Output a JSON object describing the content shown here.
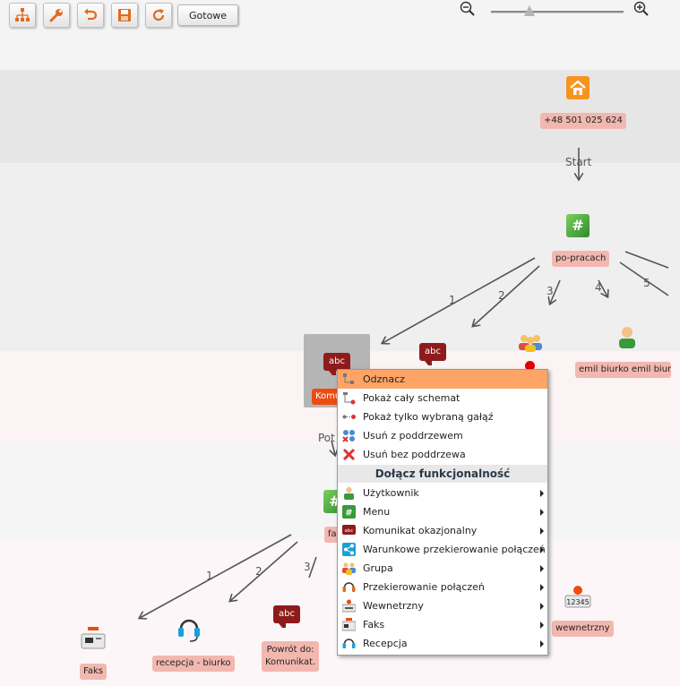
{
  "toolbar": {
    "done_label": "Gotowe"
  },
  "nodes": {
    "phone": "+48 501 025 624",
    "start": "Start",
    "menu": "po-pracach",
    "employee": "emil  biurko emil  biur",
    "selected_label": "Komu",
    "pot": "Pot",
    "fa_label": "fa",
    "fax": "Faks",
    "reception": "recepcja - biurko",
    "return_line1": "Powrót do:",
    "return_line2": "Komunikat.",
    "internal": "wewnetrzny",
    "internal_number": "12345",
    "abc": "abc"
  },
  "edge_labels": [
    "1",
    "2",
    "3",
    "4",
    "5",
    "1",
    "2",
    "3"
  ],
  "context_menu": {
    "items_top": [
      "Odznacz",
      "Pokaż cały schemat",
      "Pokaż tylko wybraną gałąź",
      "Usuń z poddrzewem",
      "Usuń bez poddrzewa"
    ],
    "header": "Dołącz funkcjonalność",
    "items_sub": [
      "Użytkownik",
      "Menu",
      "Komunikat okazjonalny",
      "Warunkowe przekierowanie połączeń",
      "Grupa",
      "Przekierowanie połączeń",
      "Wewnetrzny",
      "Faks",
      "Recepcja"
    ]
  },
  "colors": {
    "label_bg": "#f2b8b0",
    "highlight": "#fda466",
    "orange_home": "#f7941d"
  }
}
